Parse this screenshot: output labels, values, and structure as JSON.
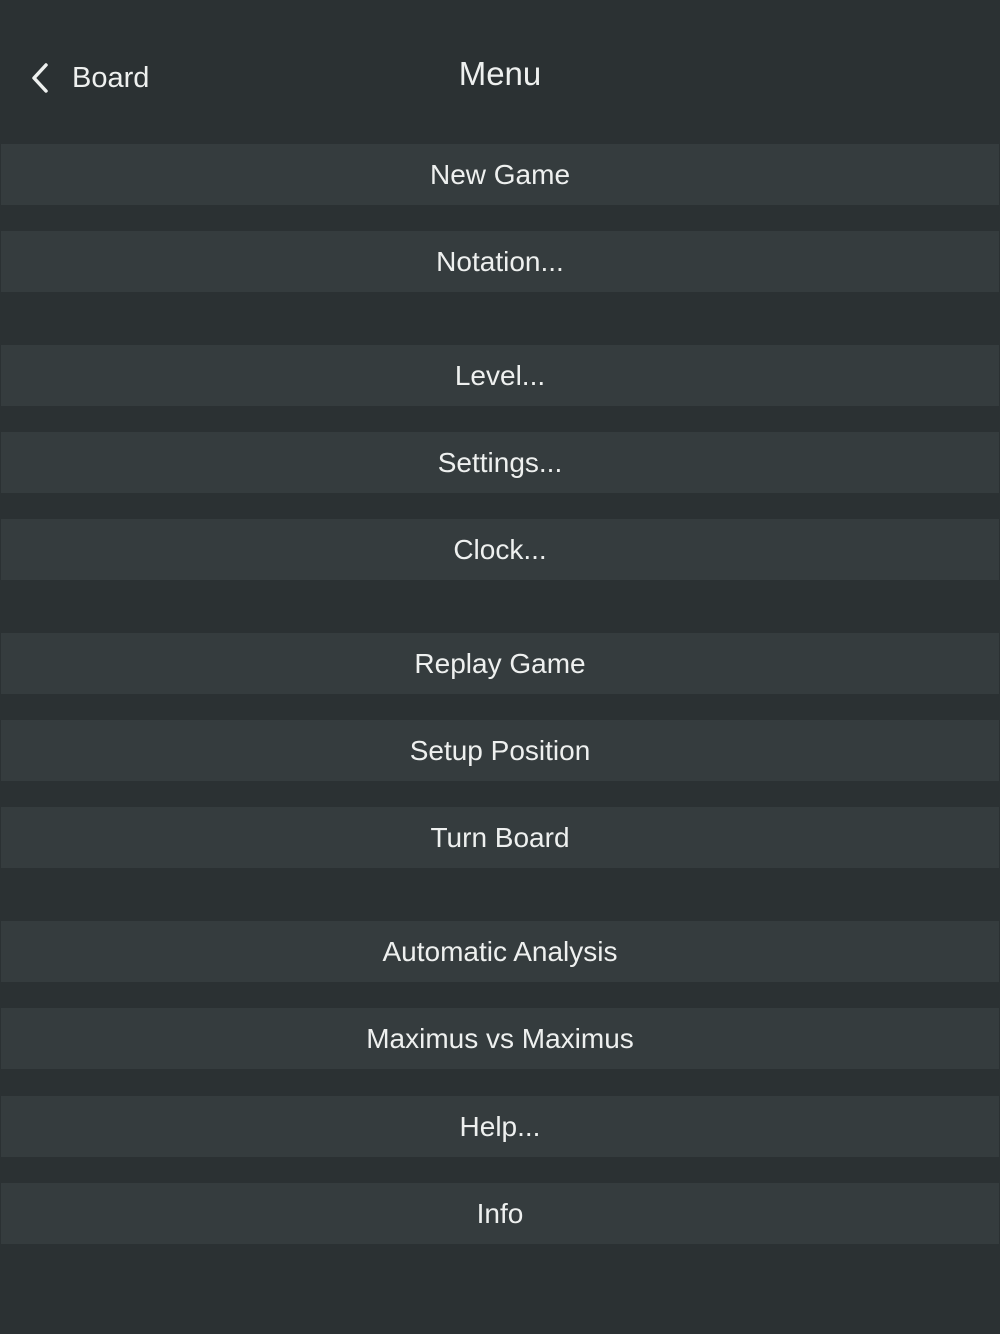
{
  "header": {
    "back_label": "Board",
    "title": "Menu"
  },
  "menu": {
    "items": [
      {
        "label": "New Game"
      },
      {
        "label": "Notation..."
      },
      {
        "label": "Level..."
      },
      {
        "label": "Settings..."
      },
      {
        "label": "Clock..."
      },
      {
        "label": "Replay Game"
      },
      {
        "label": "Setup Position"
      },
      {
        "label": "Turn Board"
      },
      {
        "label": "Automatic Analysis"
      },
      {
        "label": "Maximus vs Maximus"
      },
      {
        "label": "Help..."
      },
      {
        "label": "Info"
      }
    ]
  },
  "colors": {
    "background": "#2b3133",
    "item_background": "#353c3e",
    "text": "#eef0ef"
  },
  "icons": {
    "back": "chevron-left-icon"
  }
}
